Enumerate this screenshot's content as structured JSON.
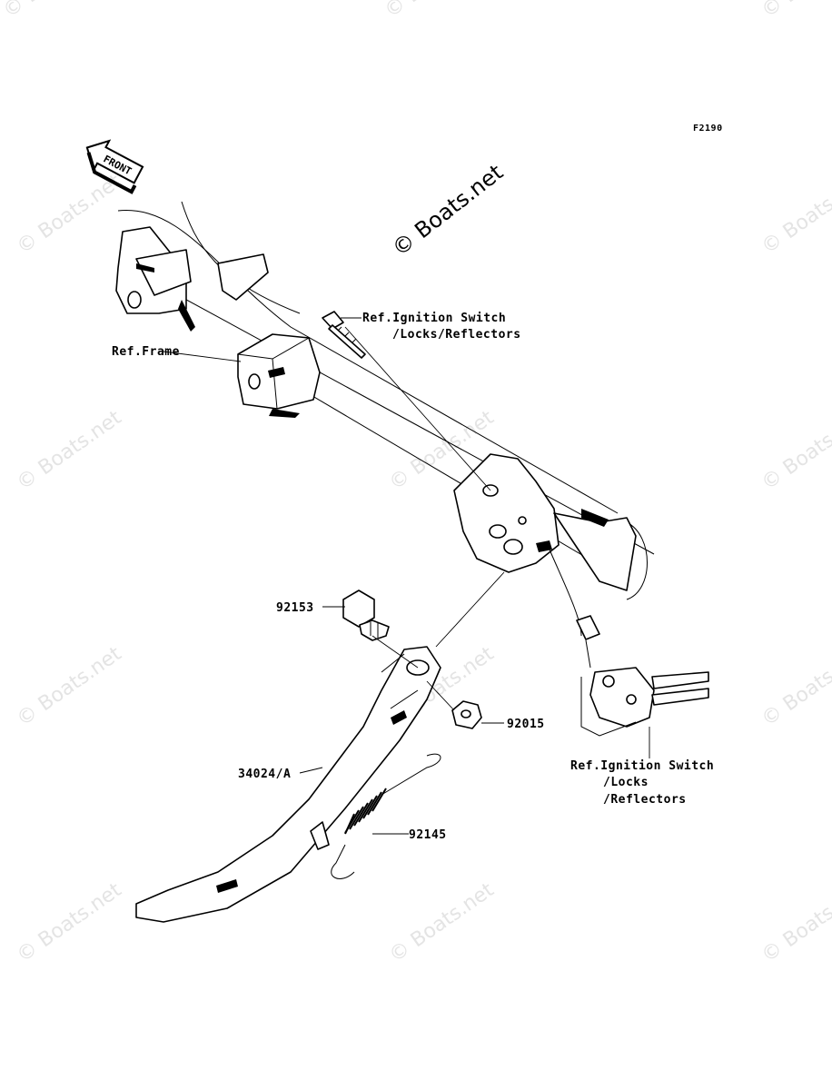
{
  "figure_code": "F2190",
  "front_label": "FRONT",
  "watermark": "© Boats.net",
  "labels": {
    "ref_frame": "Ref.Frame",
    "ref_ignition_top_line1": "Ref.Ignition Switch",
    "ref_ignition_top_line2": "/Locks/Reflectors",
    "ref_ignition_bottom_line1": "Ref.Ignition Switch",
    "ref_ignition_bottom_line2": "/Locks",
    "ref_ignition_bottom_line3": "/Reflectors"
  },
  "parts": [
    {
      "number": "92153"
    },
    {
      "number": "92015"
    },
    {
      "number": "34024/A"
    },
    {
      "number": "92145"
    }
  ]
}
